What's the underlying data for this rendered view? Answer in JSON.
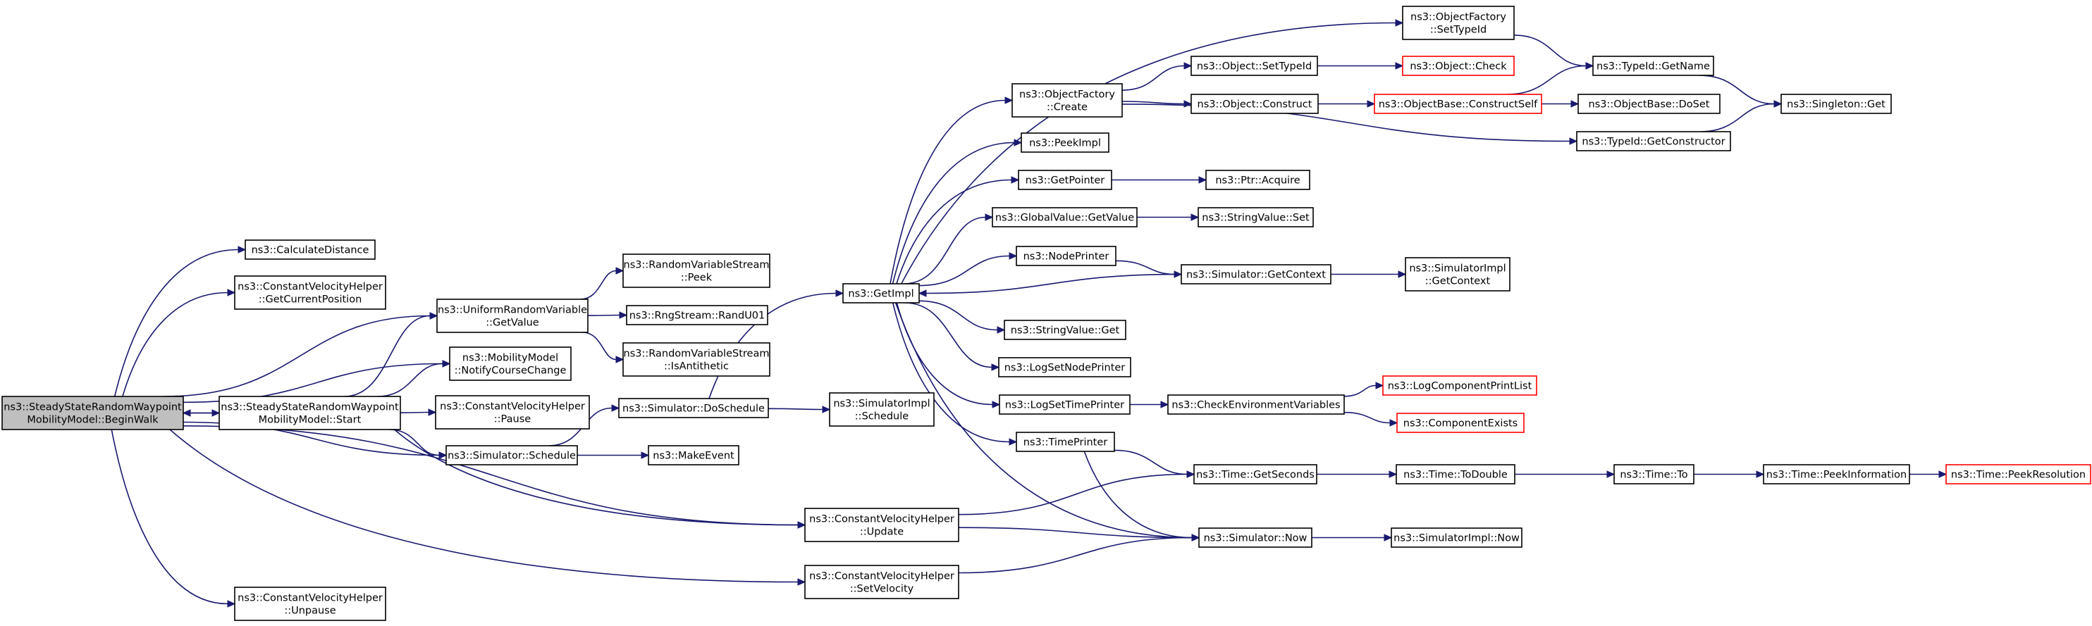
{
  "diagram": {
    "colors": {
      "edge": "#191970",
      "border": "#000000",
      "missing_border": "#ff0000",
      "root_fill": "#bfbfbf",
      "background": "#ffffff"
    },
    "nodes": {
      "begin_walk": {
        "lines": [
          "ns3::SteadyStateRandomWaypoint",
          "MobilityModel::BeginWalk"
        ],
        "style": "root"
      },
      "calc_distance": {
        "lines": [
          "ns3::CalculateDistance"
        ]
      },
      "cvh_get_pos": {
        "lines": [
          "ns3::ConstantVelocityHelper",
          "::GetCurrentPosition"
        ]
      },
      "urv_get_value": {
        "lines": [
          "ns3::UniformRandomVariable",
          "::GetValue"
        ]
      },
      "notify_course": {
        "lines": [
          "ns3::MobilityModel",
          "::NotifyCourseChange"
        ]
      },
      "ss_start": {
        "lines": [
          "ns3::SteadyStateRandomWaypoint",
          "MobilityModel::Start"
        ]
      },
      "cvh_pause": {
        "lines": [
          "ns3::ConstantVelocityHelper",
          "::Pause"
        ]
      },
      "sim_schedule": {
        "lines": [
          "ns3::Simulator::Schedule"
        ]
      },
      "make_event": {
        "lines": [
          "ns3::MakeEvent"
        ]
      },
      "rvs_peek": {
        "lines": [
          "ns3::RandomVariableStream",
          "::Peek"
        ]
      },
      "rng_randu01": {
        "lines": [
          "ns3::RngStream::RandU01"
        ]
      },
      "rvs_antithetic": {
        "lines": [
          "ns3::RandomVariableStream",
          "::IsAntithetic"
        ]
      },
      "sim_do_schedule": {
        "lines": [
          "ns3::Simulator::DoSchedule"
        ]
      },
      "simimpl_schedule": {
        "lines": [
          "ns3::SimulatorImpl",
          "::Schedule"
        ]
      },
      "get_impl": {
        "lines": [
          "ns3::GetImpl"
        ]
      },
      "cvh_update": {
        "lines": [
          "ns3::ConstantVelocityHelper",
          "::Update"
        ]
      },
      "cvh_set_velocity": {
        "lines": [
          "ns3::ConstantVelocityHelper",
          "::SetVelocity"
        ]
      },
      "cvh_unpause": {
        "lines": [
          "ns3::ConstantVelocityHelper",
          "::Unpause"
        ]
      },
      "of_set_typeid": {
        "lines": [
          "ns3::ObjectFactory",
          "::SetTypeId"
        ]
      },
      "of_create": {
        "lines": [
          "ns3::ObjectFactory",
          "::Create"
        ]
      },
      "peek_impl": {
        "lines": [
          "ns3::PeekImpl"
        ]
      },
      "get_pointer": {
        "lines": [
          "ns3::GetPointer"
        ]
      },
      "gv_get_value": {
        "lines": [
          "ns3::GlobalValue::GetValue"
        ]
      },
      "node_printer": {
        "lines": [
          "ns3::NodePrinter"
        ]
      },
      "sv_get": {
        "lines": [
          "ns3::StringValue::Get"
        ]
      },
      "log_set_node_printer": {
        "lines": [
          "ns3::LogSetNodePrinter"
        ]
      },
      "log_set_time_printer": {
        "lines": [
          "ns3::LogSetTimePrinter"
        ]
      },
      "time_printer": {
        "lines": [
          "ns3::TimePrinter"
        ]
      },
      "obj_set_typeid": {
        "lines": [
          "ns3::Object::SetTypeId"
        ]
      },
      "obj_construct": {
        "lines": [
          "ns3::Object::Construct"
        ]
      },
      "obj_check": {
        "lines": [
          "ns3::Object::Check"
        ],
        "style": "missing"
      },
      "ob_construct_self": {
        "lines": [
          "ns3::ObjectBase::ConstructSelf"
        ],
        "style": "missing"
      },
      "ob_doset": {
        "lines": [
          "ns3::ObjectBase::DoSet"
        ]
      },
      "typeid_get_name": {
        "lines": [
          "ns3::TypeId::GetName"
        ]
      },
      "typeid_get_ctor": {
        "lines": [
          "ns3::TypeId::GetConstructor"
        ]
      },
      "singleton_get": {
        "lines": [
          "ns3::Singleton::Get"
        ]
      },
      "ptr_acquire": {
        "lines": [
          "ns3::Ptr::Acquire"
        ]
      },
      "sv_set": {
        "lines": [
          "ns3::StringValue::Set"
        ]
      },
      "sim_get_context": {
        "lines": [
          "ns3::Simulator::GetContext"
        ]
      },
      "simimpl_get_context": {
        "lines": [
          "ns3::SimulatorImpl",
          "::GetContext"
        ]
      },
      "check_env_vars": {
        "lines": [
          "ns3::CheckEnvironmentVariables"
        ]
      },
      "log_comp_print_list": {
        "lines": [
          "ns3::LogComponentPrintList"
        ],
        "style": "missing"
      },
      "component_exists": {
        "lines": [
          "ns3::ComponentExists"
        ],
        "style": "missing"
      },
      "time_get_seconds": {
        "lines": [
          "ns3::Time::GetSeconds"
        ]
      },
      "time_to_double": {
        "lines": [
          "ns3::Time::ToDouble"
        ]
      },
      "time_to": {
        "lines": [
          "ns3::Time::To"
        ]
      },
      "time_peek_info": {
        "lines": [
          "ns3::Time::PeekInformation"
        ]
      },
      "time_peek_resolution": {
        "lines": [
          "ns3::Time::PeekResolution"
        ],
        "style": "missing"
      },
      "sim_now": {
        "lines": [
          "ns3::Simulator::Now"
        ]
      },
      "simimpl_now": {
        "lines": [
          "ns3::SimulatorImpl::Now"
        ]
      }
    },
    "edges": [
      [
        "begin_walk",
        "calc_distance"
      ],
      [
        "begin_walk",
        "cvh_get_pos"
      ],
      [
        "begin_walk",
        "urv_get_value"
      ],
      [
        "begin_walk",
        "notify_course"
      ],
      [
        "begin_walk",
        "ss_start"
      ],
      [
        "begin_walk",
        "sim_schedule"
      ],
      [
        "begin_walk",
        "cvh_update"
      ],
      [
        "begin_walk",
        "cvh_set_velocity"
      ],
      [
        "begin_walk",
        "cvh_unpause"
      ],
      [
        "ss_start",
        "begin_walk"
      ],
      [
        "ss_start",
        "urv_get_value"
      ],
      [
        "ss_start",
        "notify_course"
      ],
      [
        "ss_start",
        "cvh_pause"
      ],
      [
        "ss_start",
        "sim_schedule"
      ],
      [
        "ss_start",
        "cvh_update"
      ],
      [
        "urv_get_value",
        "rvs_peek"
      ],
      [
        "urv_get_value",
        "rng_randu01"
      ],
      [
        "urv_get_value",
        "rvs_antithetic"
      ],
      [
        "sim_schedule",
        "sim_do_schedule"
      ],
      [
        "sim_schedule",
        "make_event"
      ],
      [
        "sim_do_schedule",
        "get_impl"
      ],
      [
        "sim_do_schedule",
        "simimpl_schedule"
      ],
      [
        "cvh_update",
        "time_get_seconds"
      ],
      [
        "cvh_update",
        "sim_now"
      ],
      [
        "cvh_set_velocity",
        "sim_now"
      ],
      [
        "get_impl",
        "of_set_typeid"
      ],
      [
        "get_impl",
        "of_create"
      ],
      [
        "get_impl",
        "peek_impl"
      ],
      [
        "get_impl",
        "get_pointer"
      ],
      [
        "get_impl",
        "gv_get_value"
      ],
      [
        "get_impl",
        "node_printer"
      ],
      [
        "get_impl",
        "sv_get"
      ],
      [
        "get_impl",
        "log_set_node_printer"
      ],
      [
        "get_impl",
        "log_set_time_printer"
      ],
      [
        "get_impl",
        "time_printer"
      ],
      [
        "get_impl",
        "sim_now"
      ],
      [
        "of_set_typeid",
        "typeid_get_name"
      ],
      [
        "of_create",
        "obj_set_typeid"
      ],
      [
        "of_create",
        "obj_construct"
      ],
      [
        "of_create",
        "typeid_get_ctor"
      ],
      [
        "obj_set_typeid",
        "obj_check"
      ],
      [
        "obj_construct",
        "ob_construct_self"
      ],
      [
        "ob_construct_self",
        "typeid_get_name"
      ],
      [
        "ob_construct_self",
        "ob_doset"
      ],
      [
        "typeid_get_name",
        "singleton_get"
      ],
      [
        "typeid_get_ctor",
        "singleton_get"
      ],
      [
        "get_pointer",
        "ptr_acquire"
      ],
      [
        "gv_get_value",
        "sv_set"
      ],
      [
        "node_printer",
        "sim_get_context"
      ],
      [
        "sim_get_context",
        "get_impl"
      ],
      [
        "sim_get_context",
        "simimpl_get_context"
      ],
      [
        "log_set_time_printer",
        "check_env_vars"
      ],
      [
        "check_env_vars",
        "log_comp_print_list"
      ],
      [
        "check_env_vars",
        "component_exists"
      ],
      [
        "time_printer",
        "time_get_seconds"
      ],
      [
        "time_printer",
        "sim_now"
      ],
      [
        "time_get_seconds",
        "time_to_double"
      ],
      [
        "time_to_double",
        "time_to"
      ],
      [
        "time_to",
        "time_peek_info"
      ],
      [
        "time_peek_info",
        "time_peek_resolution"
      ],
      [
        "sim_now",
        "simimpl_now"
      ]
    ]
  }
}
